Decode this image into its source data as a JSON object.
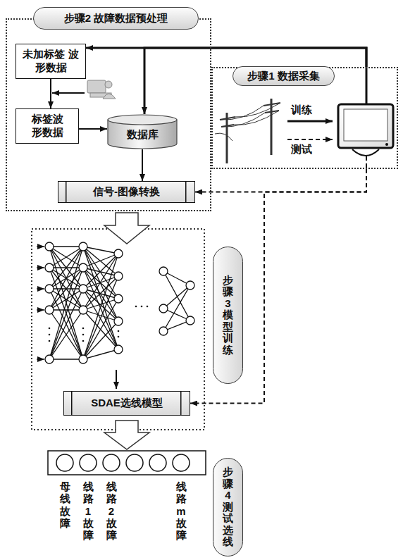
{
  "diagram": {
    "nodes": [
      {
        "text": [
          "步骤2 故障数据预处理"
        ]
      },
      {
        "text": [
          "未加标签 波形数据"
        ],
        "in": 0
      },
      {
        "text": [
          "标签波 形数据"
        ],
        "in": 0
      },
      {
        "text": [
          "数据库"
        ],
        "in": 0
      },
      {
        "text": [
          "信号-图像转换"
        ],
        "in": 0
      },
      {
        "text": [
          "步骤1 数据采集"
        ]
      },
      {
        "text": [
          "步骤3模型训练"
        ]
      },
      {
        "text": [
          "SDAE选线模型"
        ]
      },
      {
        "text": [
          "步骤4测试选线"
        ]
      }
    ],
    "edges": [
      {
        "from": 5,
        "to": 1,
        "arrow": "to"
      },
      {
        "from": 5,
        "to": 3,
        "arrow": "to"
      },
      {
        "from": 1,
        "to": 2,
        "arrow": "to"
      },
      {
        "from": 2,
        "to": 3,
        "arrow": "to"
      },
      {
        "from": 3,
        "to": 4,
        "arrow": "to"
      },
      {
        "from": 5,
        "to": 4,
        "arrow": "to"
      },
      {
        "from": 5,
        "to": 7,
        "arrow": "to"
      }
    ],
    "labels": [
      "训练",
      "测试",
      "母线故障",
      "线路1故障",
      "线路2故障",
      "线路m故障"
    ]
  }
}
